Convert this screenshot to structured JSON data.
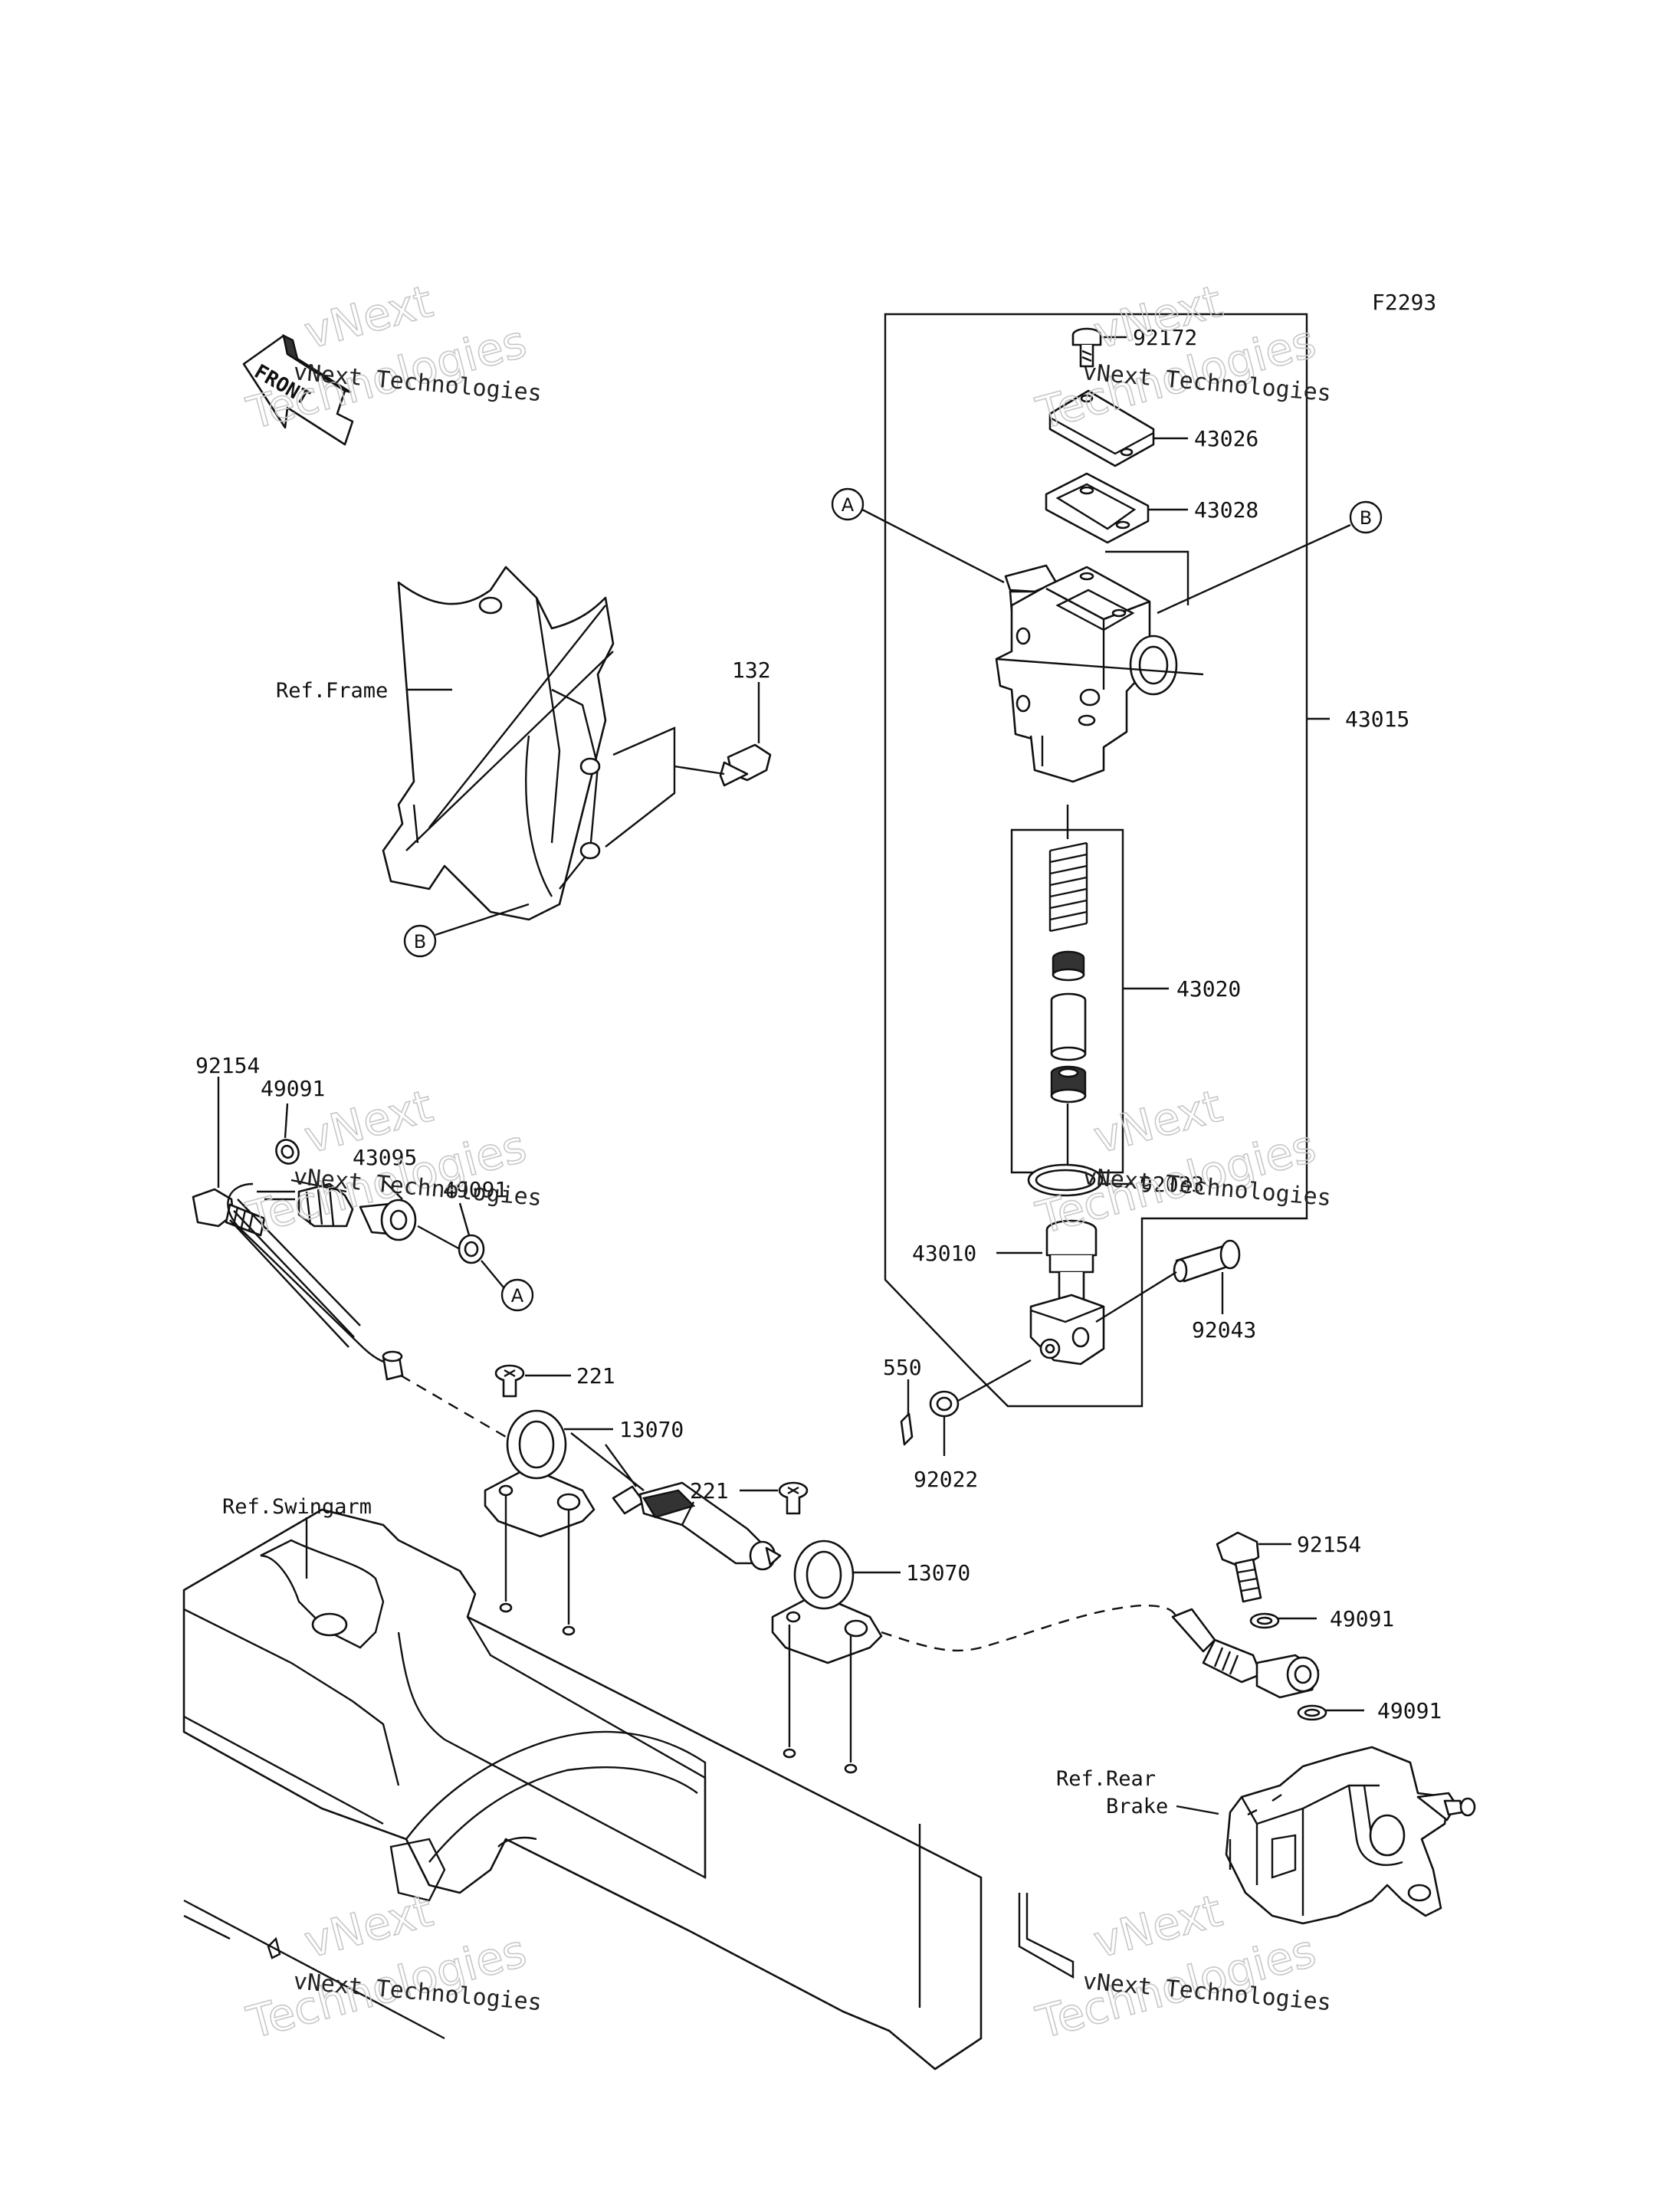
{
  "diagram_code": "F2293",
  "front_label": "FRONT",
  "callouts": [
    "A",
    "B"
  ],
  "references": {
    "frame": "Ref.Frame",
    "swingarm": "Ref.Swingarm",
    "rear_brake_line1": "Ref.Rear",
    "rear_brake_line2": "Brake"
  },
  "parts": {
    "p92172": "92172",
    "p43026": "43026",
    "p43028": "43028",
    "p43015": "43015",
    "p43020": "43020",
    "p92033": "92033",
    "p43010": "43010",
    "p92043": "92043",
    "p550": "550",
    "p92022": "92022",
    "p132": "132",
    "p92154_top": "92154",
    "p49091_top": "49091",
    "p43095": "43095",
    "p49091_mid": "49091",
    "p221_left": "221",
    "p13070_left": "13070",
    "p221_right": "221",
    "p13070_right": "13070",
    "p92154_bottom": "92154",
    "p49091_bottom1": "49091",
    "p49091_bottom2": "49091"
  },
  "watermark": {
    "line1": "vNext Technologies",
    "line2": "vNext",
    "line3": "Technologies"
  }
}
